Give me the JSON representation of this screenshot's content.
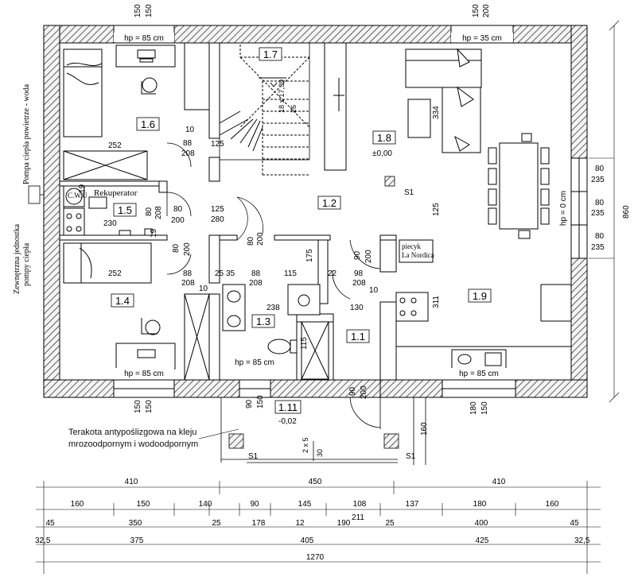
{
  "rooms": {
    "r11": "1.1",
    "r12": "1.2",
    "r13": "1.3",
    "r14": "1.4",
    "r15": "1.5",
    "r16": "1.6",
    "r17": "1.7",
    "r18": "1.8",
    "r19": "1.9",
    "r111": "1.11"
  },
  "levels": {
    "main": "±0,00",
    "porch": "-0,02"
  },
  "labels": {
    "hp85_top": "hp = 85 cm",
    "hp35_top": "hp = 35 cm",
    "hp85_b1": "hp = 85 cm",
    "hp85_b2": "hp = 85 cm",
    "hp85_b3": "hp = 85 cm",
    "hp0": "hp = 0 cm",
    "rekuperator": "Rekuperator",
    "cwu": "C.W.U",
    "piecyk1": "piecyk",
    "piecyk2": "La Nordica",
    "pompa_side": "Pompa ciepła powietrze - woda",
    "zew1": "Zewnętrzna jednostka",
    "zew2": "pompy ciepła",
    "terakota1": "Terakota antypoślizgowa na kleju",
    "terakota2": "mrozoodpornym i wodoodpornym",
    "s1_a": "S1",
    "s1_b": "S1",
    "s1_c": "S1",
    "stairs": "18 x 17,39",
    "stairs26": "26",
    "stairs5": "2 x 5",
    "stairs30": "30"
  },
  "top_window_dims": {
    "w1a": "150",
    "w1b": "150",
    "w2a": "150",
    "w2b": "200"
  },
  "right_dims": {
    "d80a": "80",
    "d235a": "235",
    "d80b": "80",
    "d235b": "235",
    "d80c": "80",
    "d235c": "235",
    "d860": "860"
  },
  "bottom_window_dims": {
    "b1a": "150",
    "b1b": "150",
    "b2a": "90",
    "b2b": "150",
    "b3a": "180",
    "b3b": "150"
  },
  "interior_dims": {
    "i10": "10",
    "i88a": "88",
    "i208a": "208",
    "i125": "125",
    "i252a": "252",
    "i80a": "80",
    "i208b": "208",
    "i19": "19",
    "i80b": "80",
    "i200a": "200",
    "i125b": "125",
    "i280": "280",
    "i230": "230",
    "i19b": "19",
    "i80c": "80",
    "i200b": "200",
    "i80d": "80",
    "i200c": "200",
    "i175": "175",
    "i90a": "90",
    "i200d": "200",
    "i252b": "252",
    "i88b": "88",
    "i208c": "208",
    "i25": "25",
    "i35": "35",
    "i88c": "88",
    "i208d": "208",
    "i115": "115",
    "i22": "22",
    "i98": "98",
    "i208e": "208",
    "i10b": "10",
    "i10c": "10",
    "i238": "238",
    "i130": "130",
    "i115b": "115",
    "i90b": "90",
    "i200e": "200",
    "i334": "334",
    "i125c": "125",
    "i311": "311",
    "i160": "160"
  },
  "bottom_rows": {
    "row1": [
      "410",
      "450",
      "410"
    ],
    "row2": [
      "160",
      "150",
      "140",
      "90",
      "145",
      "108",
      "137",
      "180",
      "160"
    ],
    "row3": [
      "45",
      "350",
      "25",
      "178",
      "12",
      "190",
      "25",
      "400",
      "45"
    ],
    "row3b": "211",
    "row4": [
      "32,5",
      "375",
      "405",
      "425",
      "32,5"
    ],
    "row5": "1270"
  }
}
